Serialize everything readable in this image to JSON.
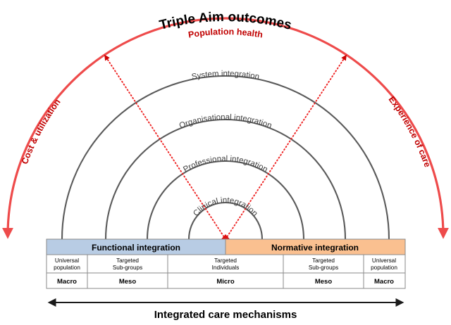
{
  "diagram": {
    "title": "Triple Aim outcomes",
    "bottom_caption": "Integrated care mechanisms",
    "triple_aim": {
      "top": "Population health",
      "left": "Cost & utilization",
      "right": "Experience of care"
    },
    "rings": [
      {
        "label": "System integration"
      },
      {
        "label": "Organisational integration"
      },
      {
        "label": "Professional integration"
      },
      {
        "label": "Clinical integration"
      }
    ],
    "bar": {
      "left_label": "Functional integration",
      "right_label": "Normative integration",
      "left_color": "#b8cce4",
      "right_color": "#fac090"
    },
    "table": {
      "population_row": [
        "Universal\npopulation",
        "Targeted\nSub-groups",
        "Targeted\nIndividuals",
        "Targeted\nSub-groups",
        "Universal\npopulation"
      ],
      "population_row_line1": [
        "Universal",
        "Targeted",
        "Targeted",
        "Targeted",
        "Universal"
      ],
      "population_row_line2": [
        "population",
        "Sub-groups",
        "Individuals",
        "Sub-groups",
        "population"
      ],
      "scale_row": [
        "Macro",
        "Meso",
        "Micro",
        "Meso",
        "Macro"
      ]
    },
    "colors": {
      "accent_red": "#ed5c5c",
      "label_red": "#c00000",
      "ring_stroke": "#5a5a5a",
      "table_border": "#808080"
    }
  }
}
